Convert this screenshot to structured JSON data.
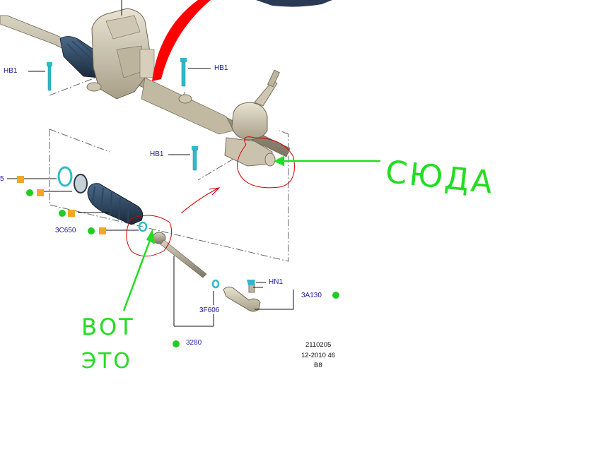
{
  "labels": {
    "hb1_left": "HB1",
    "hb1_top": "HB1",
    "hb1_mid": "HB1",
    "part_5": "5",
    "part_3c650": "3C650",
    "part_hn1": "HN1",
    "part_3a130": "3A130",
    "part_3f606": "3F606",
    "part_3280": "3280"
  },
  "caption": {
    "line1": "2110205",
    "line2": "12-2010 46",
    "line3": "B8"
  },
  "annotations": {
    "here": "СЮДА",
    "this_one_line1": "ВОТ",
    "this_one_line2": "ЭТО"
  },
  "colors": {
    "label_blue": "#1a1aa0",
    "marker_green": "#22cc22",
    "marker_orange": "#f5a623",
    "annotation_green": "#22dd22",
    "annotation_red": "#d00000",
    "arrow_red": "#ff0000",
    "bolt_cyan": "#2fb9c9"
  }
}
